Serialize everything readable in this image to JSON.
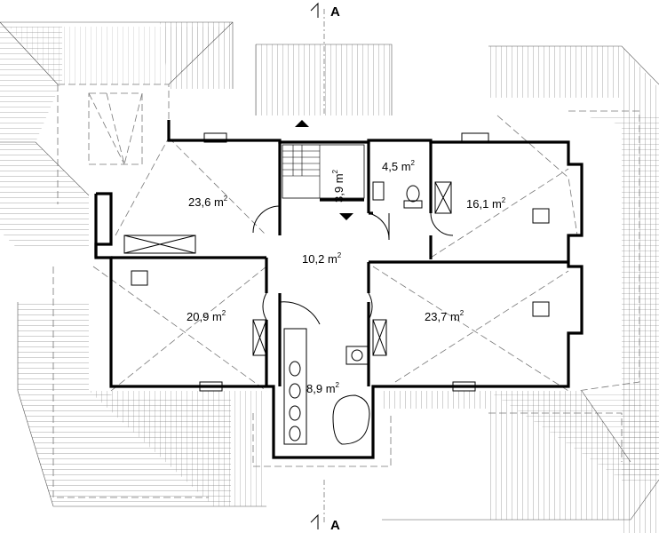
{
  "section_markers": {
    "top": "A",
    "bottom": "A"
  },
  "rooms": [
    {
      "id": "room-a",
      "area": "23,6",
      "unit": "m",
      "exp": "2"
    },
    {
      "id": "room-b",
      "area": "3,9",
      "unit": "m",
      "exp": "2"
    },
    {
      "id": "room-c",
      "area": "4,5",
      "unit": "m",
      "exp": "2"
    },
    {
      "id": "room-d",
      "area": "16,1",
      "unit": "m",
      "exp": "2"
    },
    {
      "id": "room-e",
      "area": "10,2",
      "unit": "m",
      "exp": "2"
    },
    {
      "id": "room-f",
      "area": "20,9",
      "unit": "m",
      "exp": "2"
    },
    {
      "id": "room-g",
      "area": "23,7",
      "unit": "m",
      "exp": "2"
    },
    {
      "id": "room-h",
      "area": "8,9",
      "unit": "m",
      "exp": "2"
    }
  ],
  "colors": {
    "wall": "#000000",
    "roof_lines": "#555555",
    "dashed": "#777777",
    "background": "#ffffff"
  }
}
